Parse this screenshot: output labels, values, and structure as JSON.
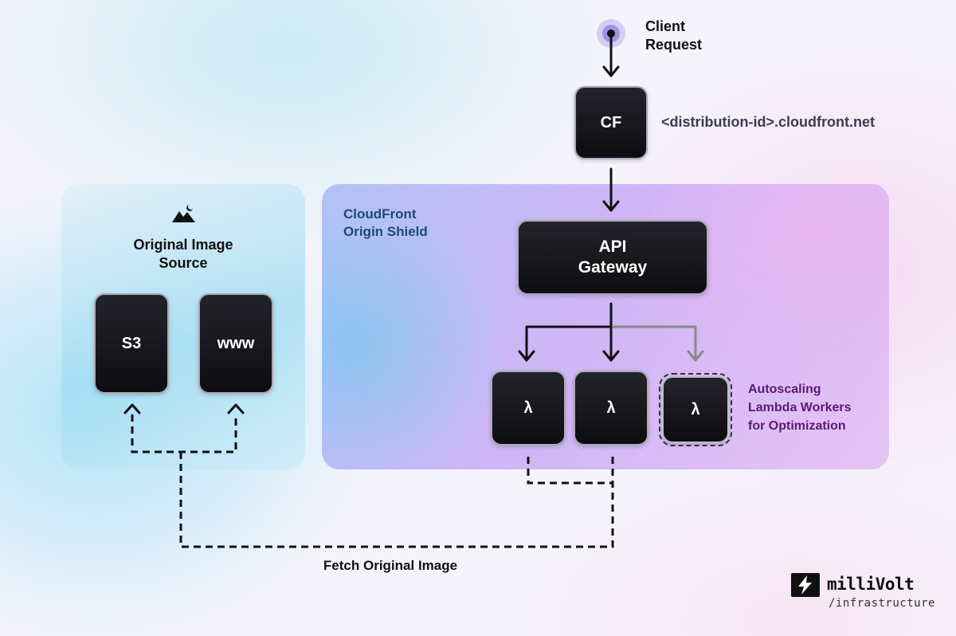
{
  "client": {
    "label": "Client\nRequest"
  },
  "cf": {
    "label": "CF",
    "domain": "<distribution-id>.cloudfront.net"
  },
  "shield": {
    "title": "CloudFront\nOrigin Shield"
  },
  "api_gateway": {
    "label": "API\nGateway"
  },
  "lambdas": [
    {
      "label": "λ"
    },
    {
      "label": "λ"
    },
    {
      "label": "λ"
    }
  ],
  "autoscaling": {
    "label": "Autoscaling\nLambda Workers\nfor Optimization"
  },
  "source": {
    "title": "Original Image\nSource",
    "icon": "mountain-icon",
    "s3_label": "S3",
    "www_label": "www"
  },
  "fetch": {
    "label": "Fetch Original Image"
  },
  "brand": {
    "name": "milliVolt",
    "sub": "/infrastructure"
  },
  "colors": {
    "node_fill": "#141418",
    "shield_title": "#1f4a72",
    "autoscale_text": "#5a1c73",
    "client_dot": "#5b4bd6"
  }
}
